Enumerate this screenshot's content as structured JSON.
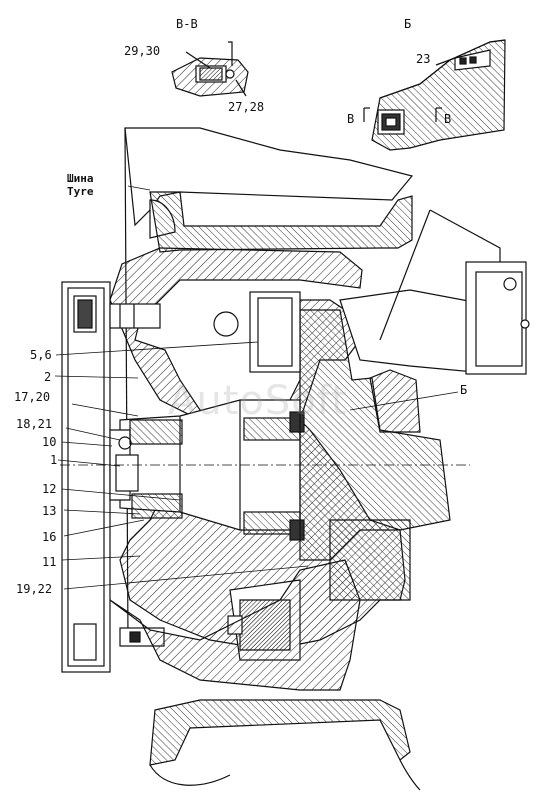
{
  "sections": {
    "bb": "В-В",
    "b": "Б",
    "arrow_b_left": "В",
    "arrow_b_right": "В",
    "callout_b": "Б"
  },
  "tyre_label": {
    "line1": "Шина",
    "line2": "Tyre"
  },
  "labels": {
    "l29_30": "29,30",
    "l27_28": "27,28",
    "l23": "23",
    "l5_6": "5,6",
    "l2": "2",
    "l17_20": "17,20",
    "l18_21": "18,21",
    "l10": "10",
    "l1": "1",
    "l12": "12",
    "l13": "13",
    "l16": "16",
    "l11": "11",
    "l19_22": "19,22"
  },
  "watermark": "AutoSoft"
}
